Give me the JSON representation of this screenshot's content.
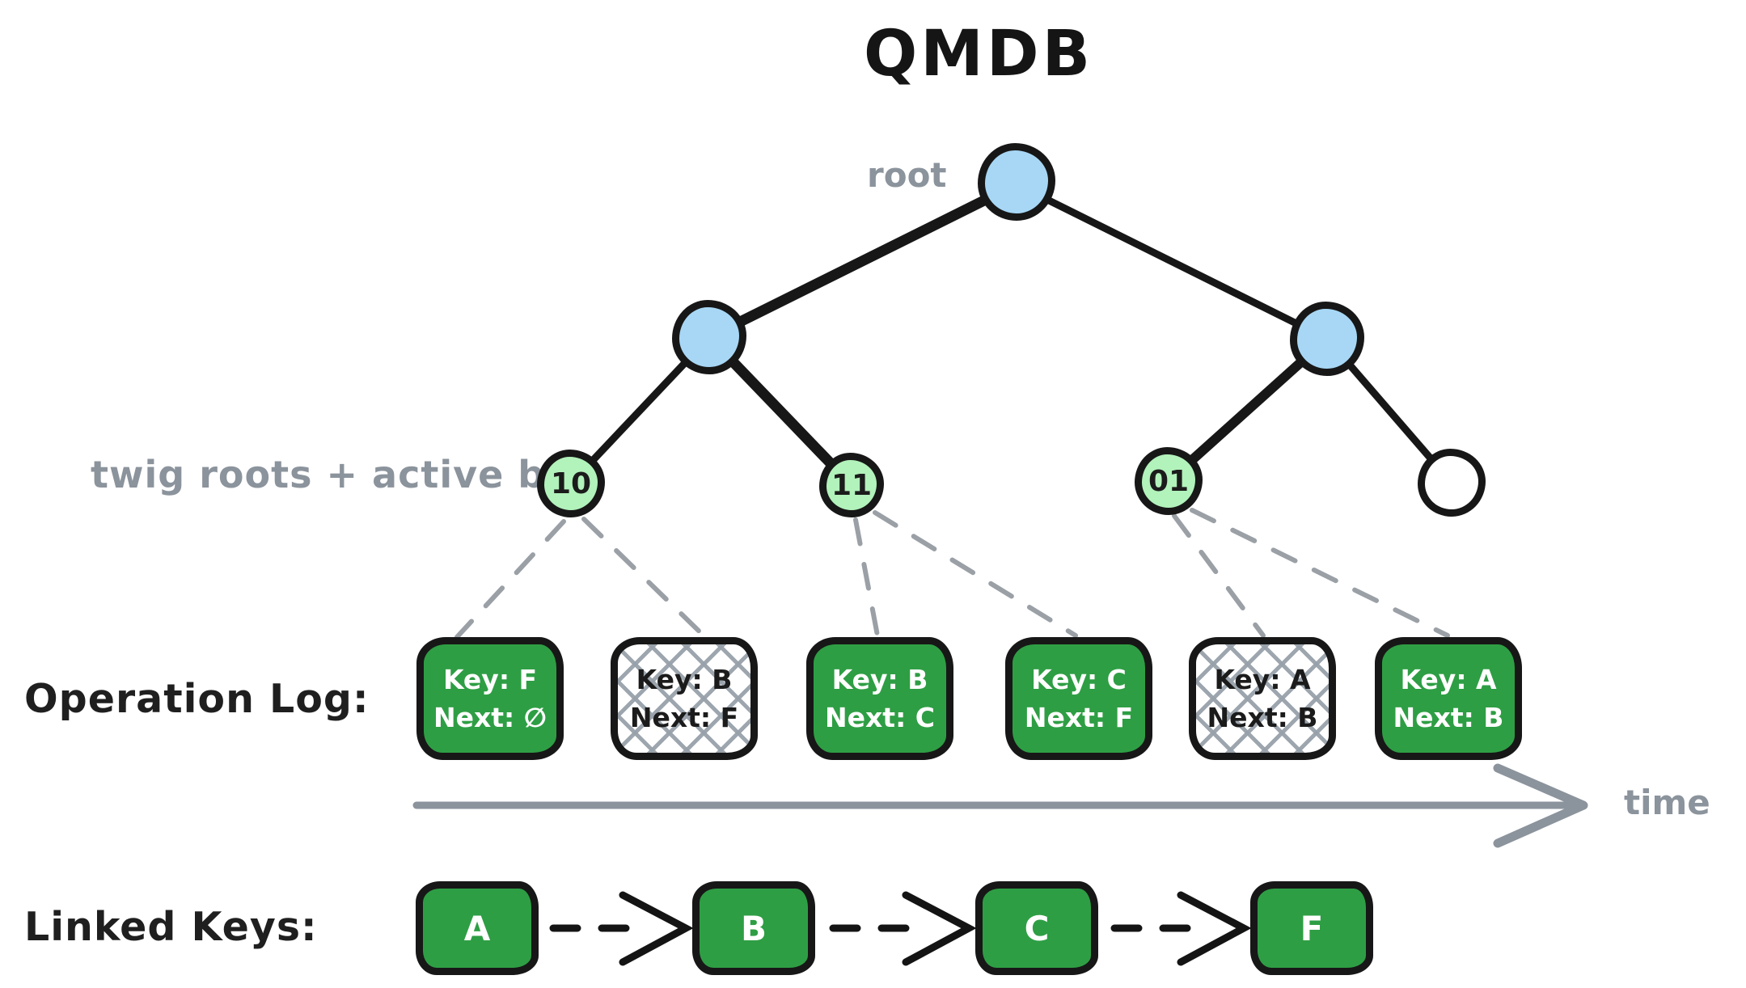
{
  "title": "QMDB",
  "tree": {
    "root_label": "root",
    "twig_caption": "twig roots + active bits",
    "twigs": [
      {
        "label": "10",
        "state": "active"
      },
      {
        "label": "11",
        "state": "active"
      },
      {
        "label": "01",
        "state": "active"
      },
      {
        "label": "",
        "state": "empty"
      }
    ]
  },
  "operation_log": {
    "label": "Operation Log:",
    "entries": [
      {
        "key": "Key: F",
        "next": "Next: ∅",
        "state": "active"
      },
      {
        "key": "Key: B",
        "next": "Next: F",
        "state": "superseded"
      },
      {
        "key": "Key: B",
        "next": "Next: C",
        "state": "active"
      },
      {
        "key": "Key: C",
        "next": "Next: F",
        "state": "active"
      },
      {
        "key": "Key: A",
        "next": "Next: B",
        "state": "superseded"
      },
      {
        "key": "Key: A",
        "next": "Next: B",
        "state": "active"
      }
    ],
    "time_axis_label": "time"
  },
  "linked_keys": {
    "label": "Linked Keys:",
    "keys": [
      {
        "label": "A"
      },
      {
        "label": "B"
      },
      {
        "label": "C"
      },
      {
        "label": "F"
      }
    ]
  },
  "colors": {
    "node_blue": "#a7d7f5",
    "node_green": "#b2f2bb",
    "box_green": "#2e9e44",
    "stroke_black": "#171717",
    "label_gray": "#8b939c",
    "hatch_gray": "#98a1aa"
  }
}
